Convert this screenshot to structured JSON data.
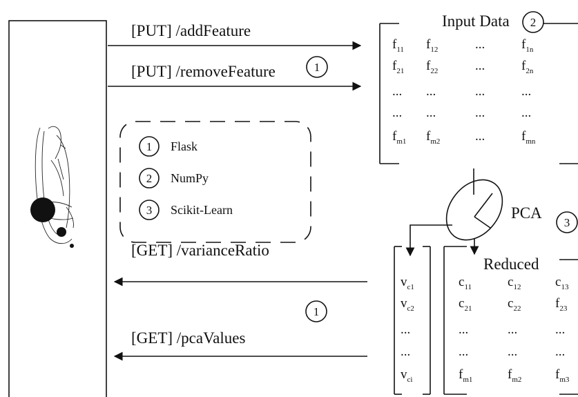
{
  "endpoints": {
    "add_feature": "[PUT] /addFeature",
    "remove_feature": "[PUT] /removeFeature",
    "variance_ratio": "[GET] /varianceRatio",
    "pca_values": "[GET] /pcaValues"
  },
  "markers": {
    "put_group": "1",
    "get_group": "1",
    "input_data": "2",
    "pca": "3"
  },
  "input_data": {
    "title": "Input Data",
    "rows": [
      [
        {
          "b": "f",
          "s": "11"
        },
        {
          "b": "f",
          "s": "12"
        },
        {
          "b": "...",
          "s": ""
        },
        {
          "b": "f",
          "s": "1n"
        }
      ],
      [
        {
          "b": "f",
          "s": "21"
        },
        {
          "b": "f",
          "s": "22"
        },
        {
          "b": "...",
          "s": ""
        },
        {
          "b": "f",
          "s": "2n"
        }
      ],
      [
        {
          "b": "...",
          "s": ""
        },
        {
          "b": "...",
          "s": ""
        },
        {
          "b": "...",
          "s": ""
        },
        {
          "b": "...",
          "s": ""
        }
      ],
      [
        {
          "b": "...",
          "s": ""
        },
        {
          "b": "...",
          "s": ""
        },
        {
          "b": "...",
          "s": ""
        },
        {
          "b": "...",
          "s": ""
        }
      ],
      [
        {
          "b": "f",
          "s": "m1"
        },
        {
          "b": "f",
          "s": "m2"
        },
        {
          "b": "...",
          "s": ""
        },
        {
          "b": "f",
          "s": "mn"
        }
      ]
    ]
  },
  "pca_label": "PCA",
  "legend": [
    {
      "num": "1",
      "label": "Flask"
    },
    {
      "num": "2",
      "label": "NumPy"
    },
    {
      "num": "3",
      "label": "Scikit-Learn"
    }
  ],
  "variance_vector": [
    {
      "b": "v",
      "s": "c1"
    },
    {
      "b": "v",
      "s": "c2"
    },
    {
      "b": "...",
      "s": ""
    },
    {
      "b": "...",
      "s": ""
    },
    {
      "b": "v",
      "s": "ci"
    }
  ],
  "reduced": {
    "title": "Reduced",
    "rows": [
      [
        {
          "b": "c",
          "s": "11"
        },
        {
          "b": "c",
          "s": "12"
        },
        {
          "b": "c",
          "s": "13"
        }
      ],
      [
        {
          "b": "c",
          "s": "21"
        },
        {
          "b": "c",
          "s": "22"
        },
        {
          "b": "f",
          "s": "23"
        }
      ],
      [
        {
          "b": "...",
          "s": ""
        },
        {
          "b": "...",
          "s": ""
        },
        {
          "b": "...",
          "s": ""
        }
      ],
      [
        {
          "b": "...",
          "s": ""
        },
        {
          "b": "...",
          "s": ""
        },
        {
          "b": "...",
          "s": ""
        }
      ],
      [
        {
          "b": "f",
          "s": "m1"
        },
        {
          "b": "f",
          "s": "m2"
        },
        {
          "b": "f",
          "s": "m3"
        }
      ]
    ]
  }
}
